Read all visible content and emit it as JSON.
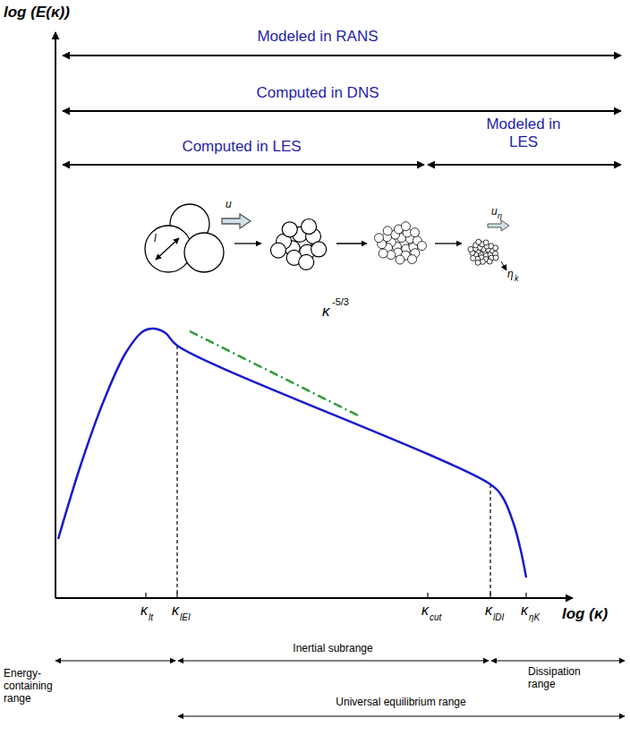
{
  "diagram": {
    "labels": [
      "log (E(κ))",
      "Modeled in RANS",
      "Computed in DNS",
      "Computed in LES",
      "Modeled in LES",
      "u",
      "l",
      "u",
      "η",
      "η",
      "k",
      "κ",
      "-5/3",
      "κ",
      "lt",
      "κ",
      "lEI",
      "κ",
      "cut",
      "κ",
      "lDI",
      "κ",
      "ηK",
      "log (κ)",
      "Energy-containing range",
      "Inertial subrange",
      "Dissipation range",
      "Universal equilibrium range"
    ]
  }
}
